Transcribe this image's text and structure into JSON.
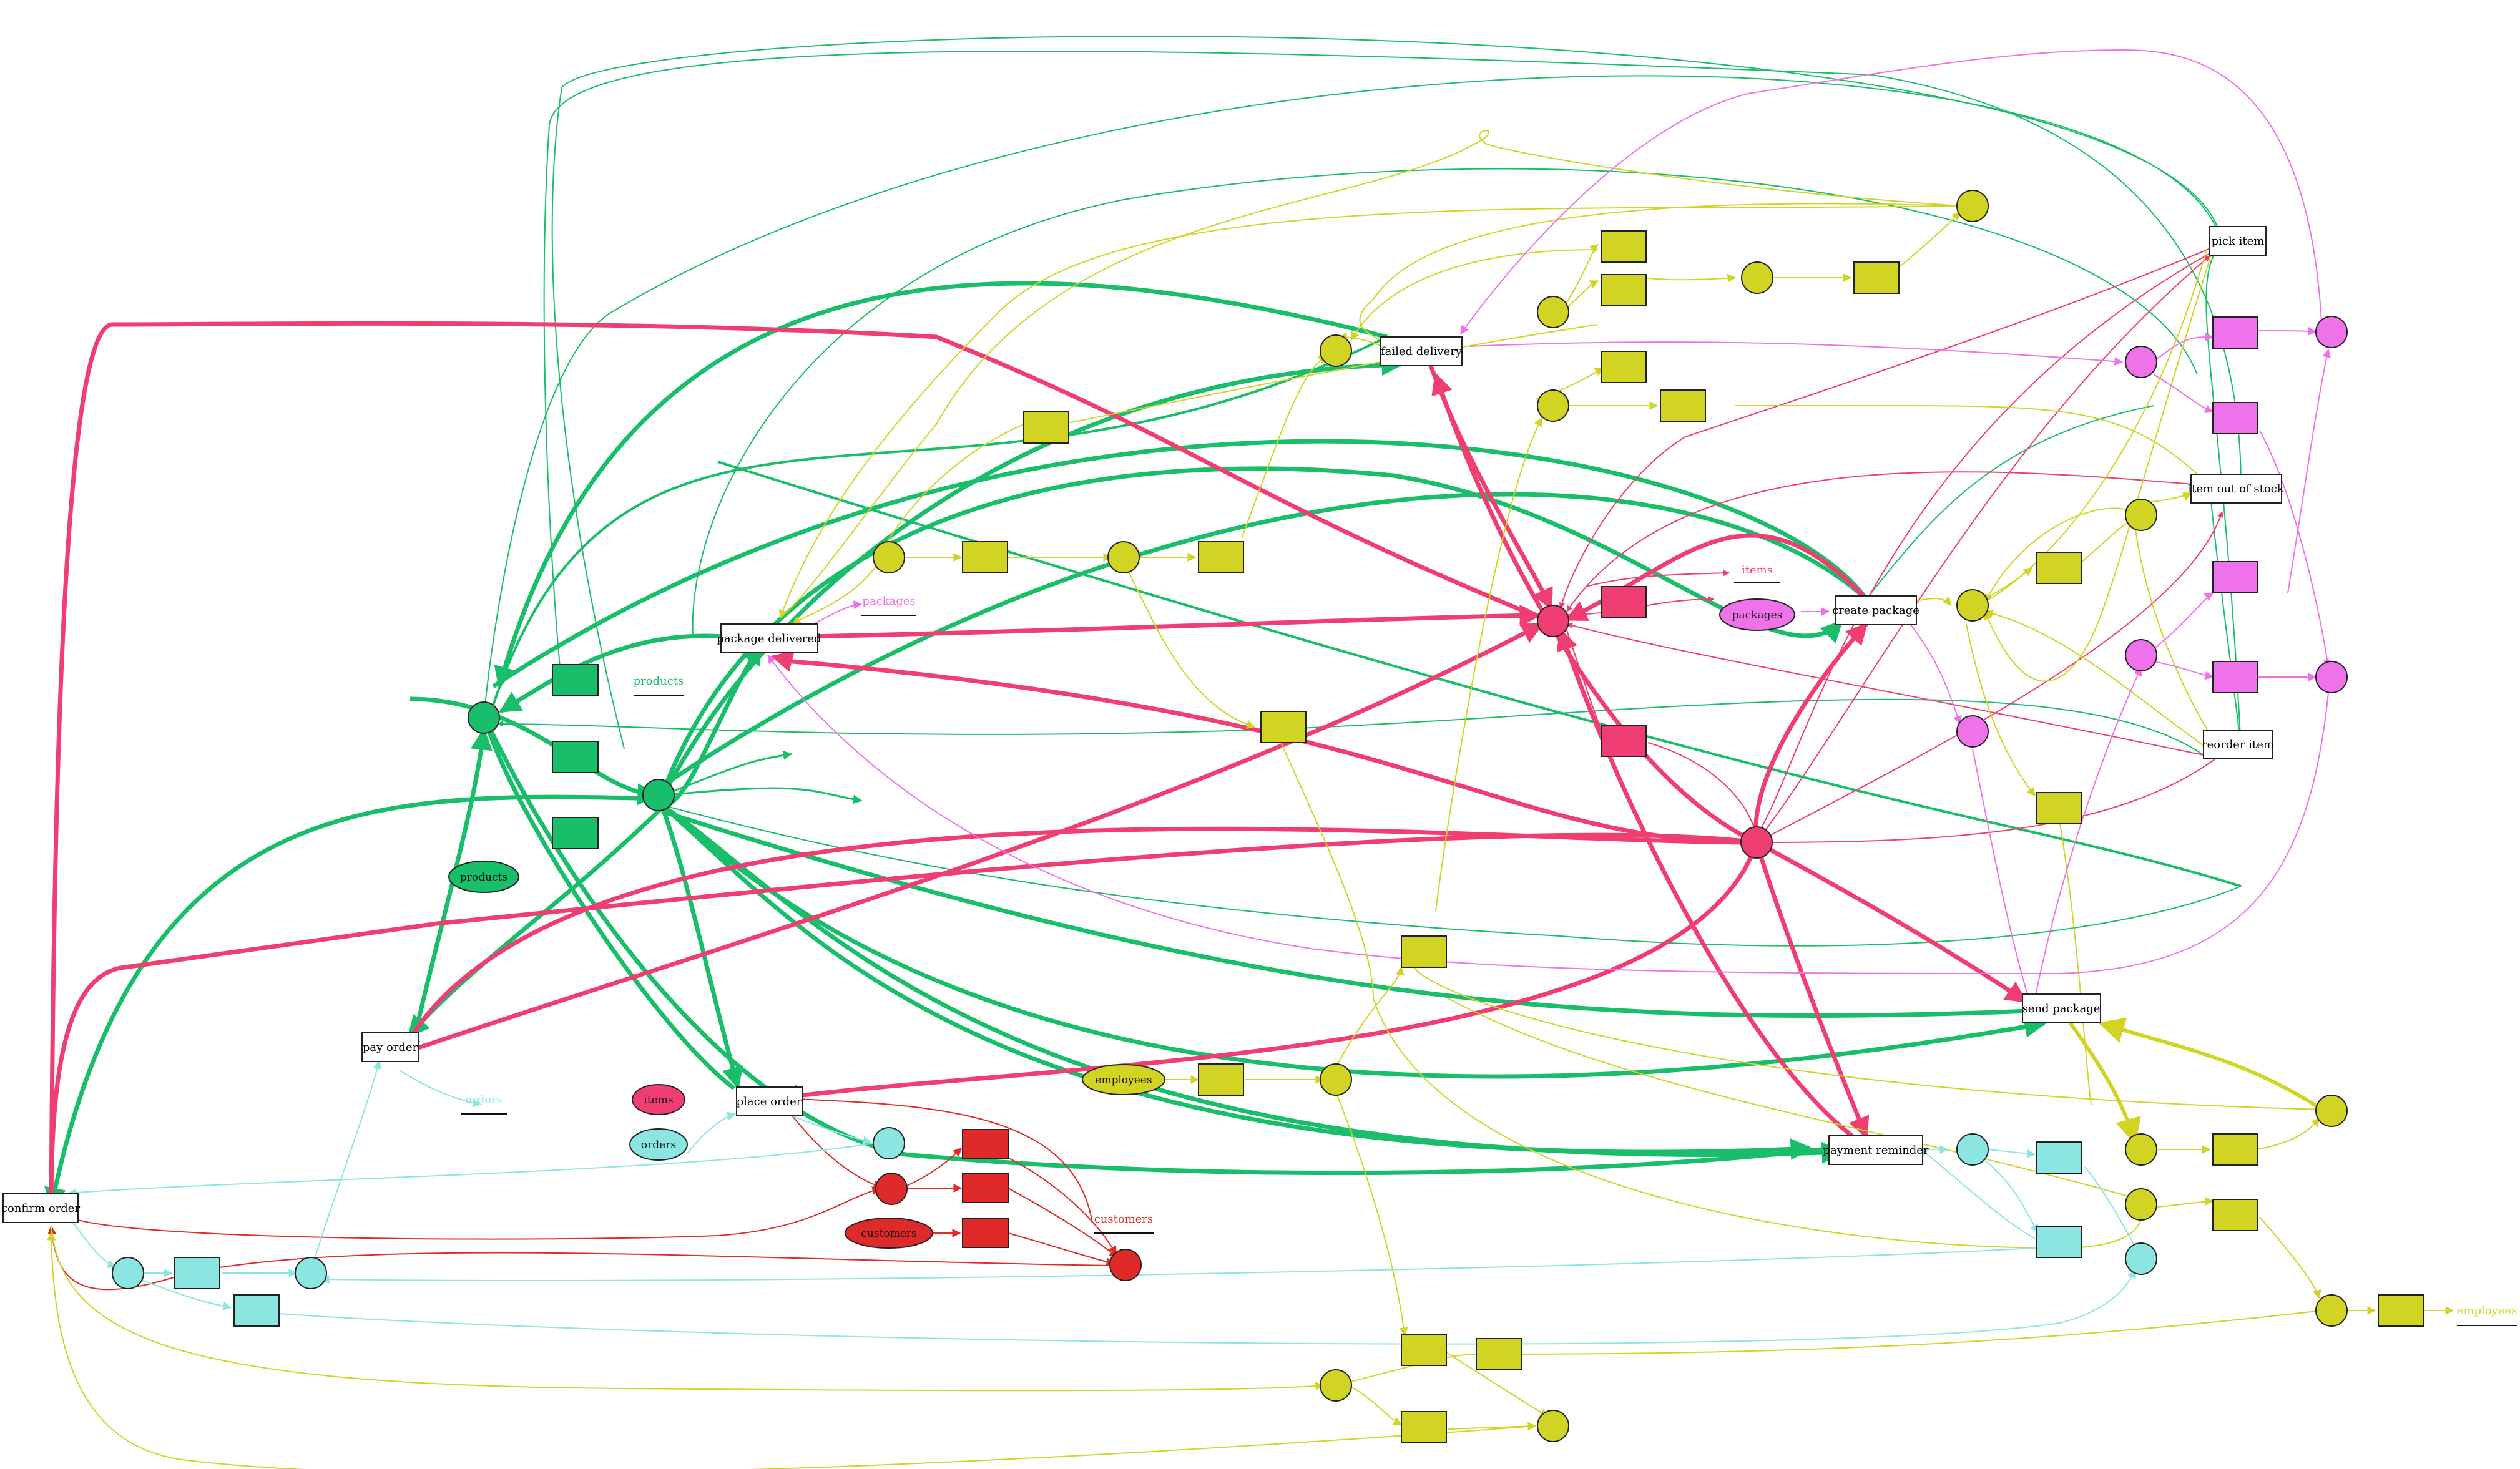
{
  "colors": {
    "green": "#18be69",
    "red_pink": "#f03e73",
    "red": "#e02a2a",
    "olive": "#d1d423",
    "magenta": "#ef72ea",
    "cyan": "#8be5e0",
    "stroke": "#222222"
  },
  "activities": {
    "pick_item": "pick item",
    "failed_delivery": "failed delivery",
    "item_out_of_stock": "item out of stock",
    "create_package": "create package",
    "package_delivered": "package delivered",
    "reorder_item": "reorder item",
    "send_package": "send package",
    "pay_order": "pay order",
    "place_order": "place order",
    "payment_reminder": "payment reminder",
    "confirm_order": "confirm order"
  },
  "object_types": {
    "items": "items",
    "packages": "packages",
    "products": "products",
    "orders": "orders",
    "customers": "customers",
    "employees": "employees"
  }
}
